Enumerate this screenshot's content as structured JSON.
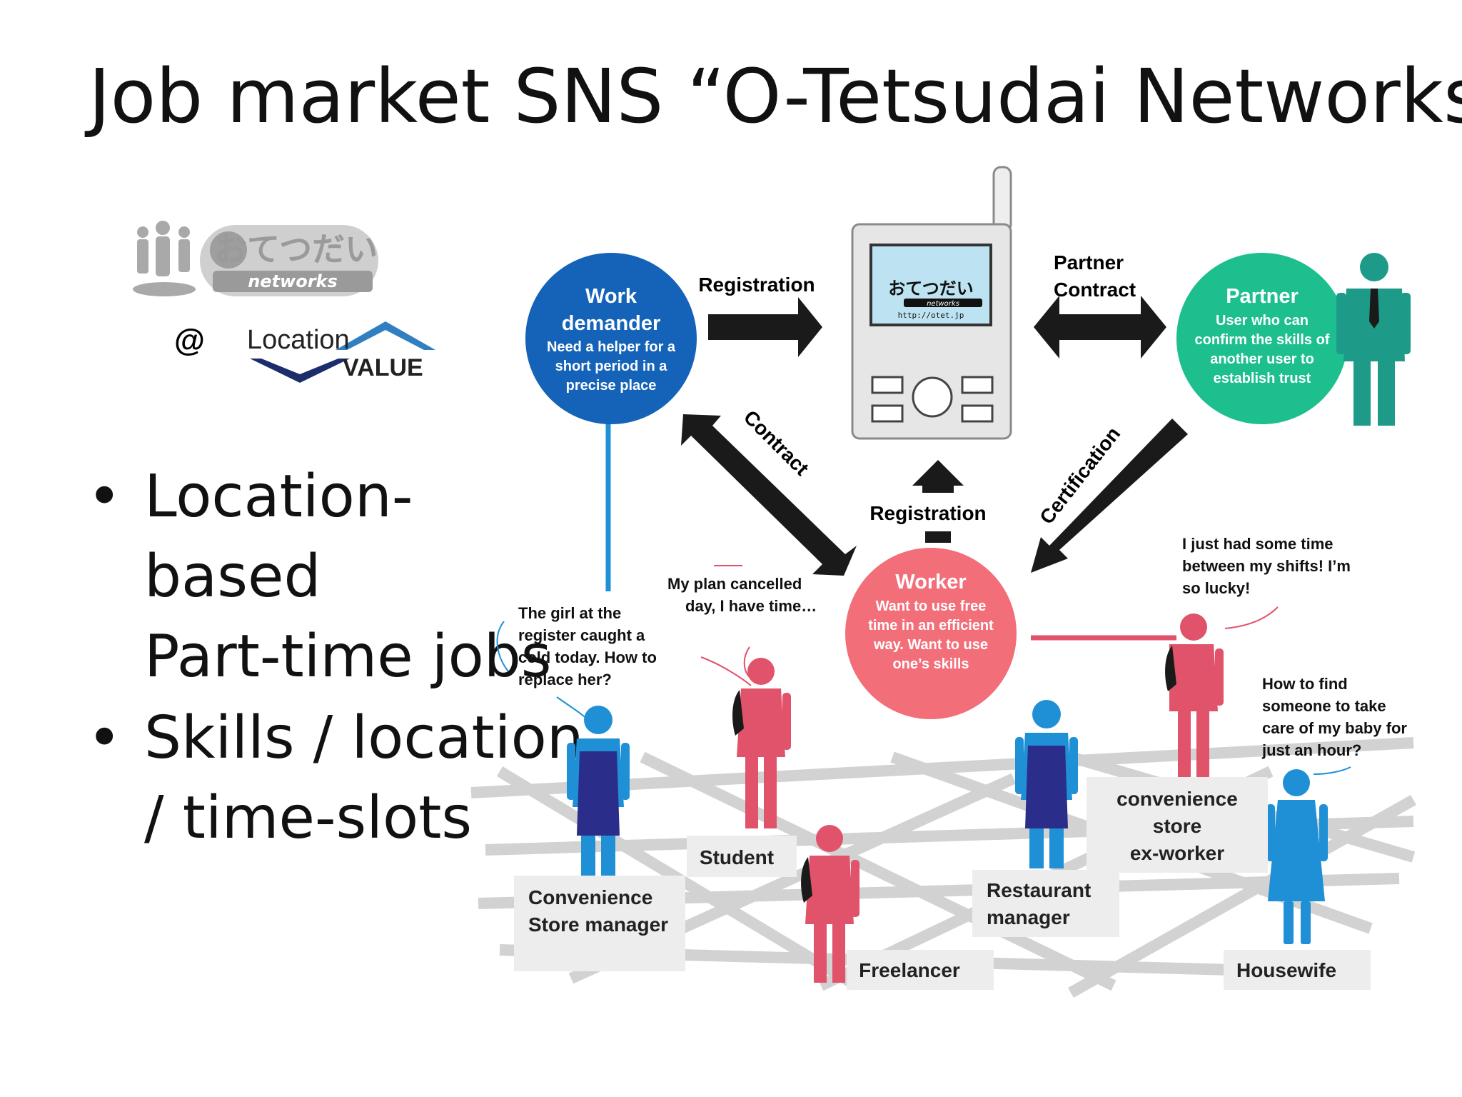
{
  "title": "Job market SNS “O-Tetsudai Networks”",
  "bullets": [
    {
      "lines": [
        "Location-based",
        "Part-time jobs"
      ]
    },
    {
      "lines": [
        "Skills / location",
        "/ time-slots"
      ]
    }
  ],
  "logos": {
    "otetsudai": {
      "jp": "おてつだい",
      "en": "networks"
    },
    "at": "@",
    "location_value": {
      "top": "Location",
      "bottom": "VALUE"
    }
  },
  "phone": {
    "screen_jp": "おてつだい",
    "screen_en": "networks",
    "url": "http://otet.jp"
  },
  "nodes": {
    "work_demander": {
      "title_lines": [
        "Work",
        "demander"
      ],
      "desc_lines": [
        "Need a helper for a",
        "short period in a",
        "precise place"
      ]
    },
    "partner": {
      "title": "Partner",
      "desc_lines": [
        "User who can",
        "confirm the skills of",
        "another user to",
        "establish trust"
      ]
    },
    "worker": {
      "title": "Worker",
      "desc_lines": [
        "Want to use free",
        "time in an efficient",
        "way. Want to use",
        "one’s skills"
      ]
    }
  },
  "arrows": {
    "registration_top": "Registration",
    "partner_contract": [
      "Partner",
      "Contract"
    ],
    "contract": "Contract",
    "certification": "Certification",
    "registration_mid": "Registration"
  },
  "bubbles": {
    "manager": [
      "The girl at the",
      "register caught a",
      "cold today. How to",
      "replace her?"
    ],
    "student": [
      "My plan cancelled",
      "day, I have time…"
    ],
    "exworker": [
      "I just had some time",
      "between my shifts! I’m",
      "so lucky!"
    ],
    "housewife": [
      "How to find",
      "someone to take",
      "care of my baby for",
      "just an hour?"
    ]
  },
  "people": {
    "convenience_manager": [
      "Convenience",
      "Store manager"
    ],
    "student": [
      "Student"
    ],
    "freelancer": [
      "Freelancer"
    ],
    "restaurant_manager": [
      "Restaurant",
      "manager"
    ],
    "ex_worker": [
      "convenience",
      "store",
      "ex-worker"
    ],
    "housewife": [
      "Housewife"
    ]
  },
  "colors": {
    "work_demander": "#1563b8",
    "partner": "#1dbf8f",
    "worker": "#f26f7a",
    "pink_person": "#e0536b",
    "blue_person": "#1f8fd6",
    "apron": "#2a2e8a",
    "teal_person": "#1e9a89",
    "arrow": "#1a1a1a"
  }
}
